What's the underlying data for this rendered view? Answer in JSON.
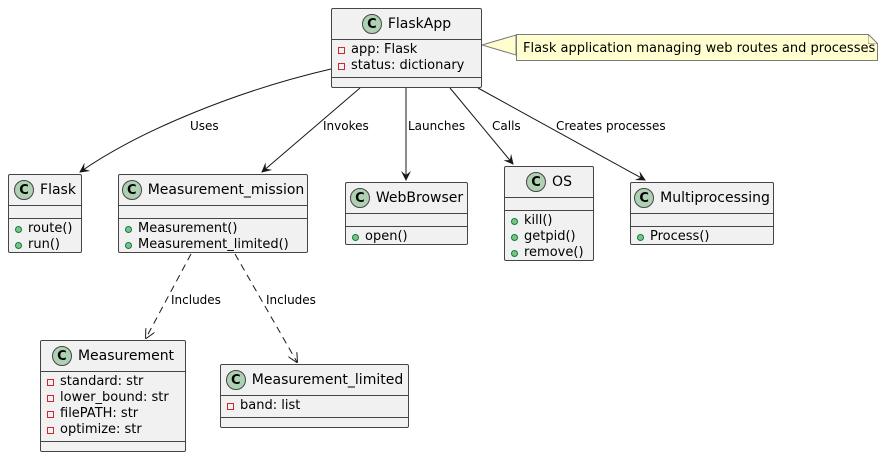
{
  "classes": {
    "flaskapp": {
      "name": "FlaskApp",
      "badge": "C",
      "attributes": [
        "app: Flask",
        "status: dictionary"
      ],
      "methods": []
    },
    "flask": {
      "name": "Flask",
      "badge": "C",
      "attributes": [],
      "methods": [
        "route()",
        "run()"
      ]
    },
    "measurement_mission": {
      "name": "Measurement_mission",
      "badge": "C",
      "attributes": [],
      "methods": [
        "Measurement()",
        "Measurement_limited()"
      ]
    },
    "webbrowser": {
      "name": "WebBrowser",
      "badge": "C",
      "attributes": [],
      "methods": [
        "open()"
      ]
    },
    "os": {
      "name": "OS",
      "badge": "C",
      "attributes": [],
      "methods": [
        "kill()",
        "getpid()",
        "remove()"
      ]
    },
    "multiprocessing": {
      "name": "Multiprocessing",
      "badge": "C",
      "attributes": [],
      "methods": [
        "Process()"
      ]
    },
    "measurement": {
      "name": "Measurement",
      "badge": "C",
      "attributes": [
        "standard: str",
        "lower_bound: str",
        "filePATH: str",
        "optimize: str"
      ],
      "methods": []
    },
    "measurement_limited": {
      "name": "Measurement_limited",
      "badge": "C",
      "attributes": [
        "band: list"
      ],
      "methods": []
    }
  },
  "note": {
    "text": "Flask application managing web routes and processes"
  },
  "edges": {
    "uses": "Uses",
    "invokes": "Invokes",
    "launches": "Launches",
    "calls": "Calls",
    "creates": "Creates processes",
    "includes1": "Includes",
    "includes2": "Includes"
  },
  "colors": {
    "class_fill": "#f1f1f1",
    "class_border": "#454545",
    "badge_fill": "#add1b2",
    "note_fill": "#fefece",
    "private_marker": "#c82930",
    "public_marker": "#84be84"
  }
}
